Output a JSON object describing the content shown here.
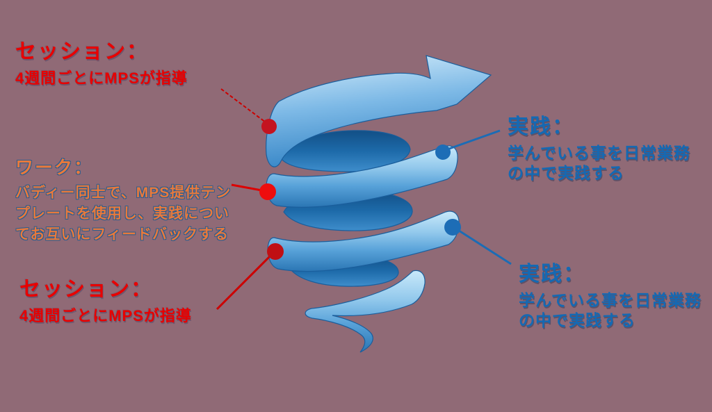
{
  "background_color": "#906a76",
  "labels": {
    "session_top": {
      "title": "セッション：",
      "lines": [
        "4週間ごとにMPSが指導"
      ],
      "color": "#e80000"
    },
    "work": {
      "title": "ワーク：",
      "lines": [
        "バディー同士で、MPS提供テン",
        "プレートを使用し、実践につい",
        "てお互いにフィードバックする"
      ],
      "color": "#e8793c"
    },
    "session_bottom": {
      "title": "セッション：",
      "lines": [
        "4週間ごとにMPSが指導"
      ],
      "color": "#e80000"
    },
    "practice_top": {
      "title": "実践：",
      "lines": [
        "学んでいる事を日常業務",
        "の中で実践する"
      ],
      "color": "#1569b3"
    },
    "practice_bottom": {
      "title": "実践：",
      "lines": [
        "学んでいる事を日常業務",
        "の中で実践する"
      ],
      "color": "#1569b3"
    }
  },
  "connectors": {
    "session_top": {
      "dot_color": "#c41420",
      "line_color": "#cc0000",
      "style": "dashed"
    },
    "work": {
      "dot_color": "#ee0d0d",
      "line_color": "#dd0000",
      "style": "solid"
    },
    "session_bottom": {
      "dot_color": "#c01014",
      "line_color": "#cc0000",
      "style": "solid"
    },
    "practice_top": {
      "dot_color": "#1d6db6",
      "line_color": "#1b6cb5",
      "style": "solid"
    },
    "practice_bottom": {
      "dot_color": "#1d6db6",
      "line_color": "#1b6cb5",
      "style": "solid"
    }
  },
  "spiral": {
    "fill_light": "#c9e9fa",
    "fill_mid": "#6fb0df",
    "fill_deep": "#2b76b4",
    "inner_dark": "#124f86",
    "inner_light": "#3e8dcb",
    "outline": "#1a5e9c"
  }
}
